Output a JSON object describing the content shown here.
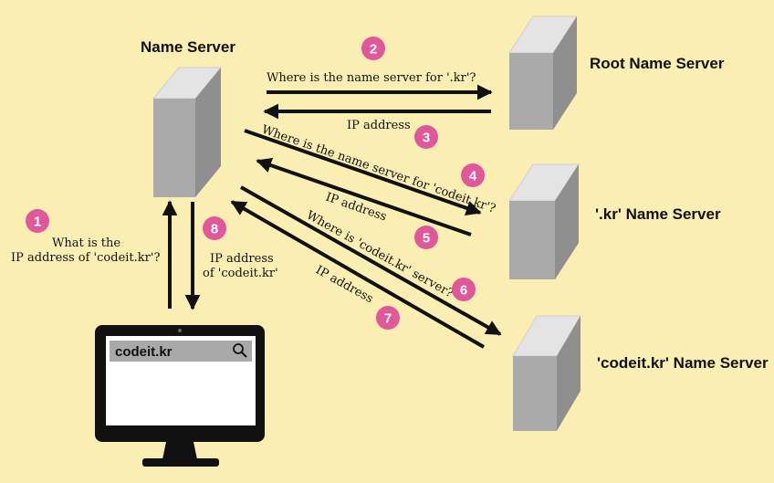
{
  "servers": {
    "name_server": "Name Server",
    "root": "Root Name Server",
    "kr": "'.kr' Name Server",
    "codeit": "'codeit.kr' Name Server"
  },
  "steps": [
    {
      "n": "1",
      "text": "What is the IP address of 'codeit.kr'?"
    },
    {
      "n": "2",
      "text": "Where is the name server for '.kr'?"
    },
    {
      "n": "3",
      "text": "IP address"
    },
    {
      "n": "4",
      "text": "Where is the name server for 'codeit.kr'?"
    },
    {
      "n": "5",
      "text": "IP address"
    },
    {
      "n": "6",
      "text": "Where is 'codeit.kr' server?"
    },
    {
      "n": "7",
      "text": "IP address"
    },
    {
      "n": "8",
      "text": "IP address of 'codeit.kr'"
    }
  ],
  "labels": {
    "step1_line1": "What is the",
    "step1_line2": "IP address of 'codeit.kr'?",
    "step8_line1": "IP address",
    "step8_line2": "of 'codeit.kr'"
  },
  "search": {
    "query": "codeit.kr",
    "icon": "search-icon"
  },
  "colors": {
    "background": "#fbeeb2",
    "badge": "#e0589a",
    "server": "#a9a9a9",
    "arrow": "#111111"
  }
}
